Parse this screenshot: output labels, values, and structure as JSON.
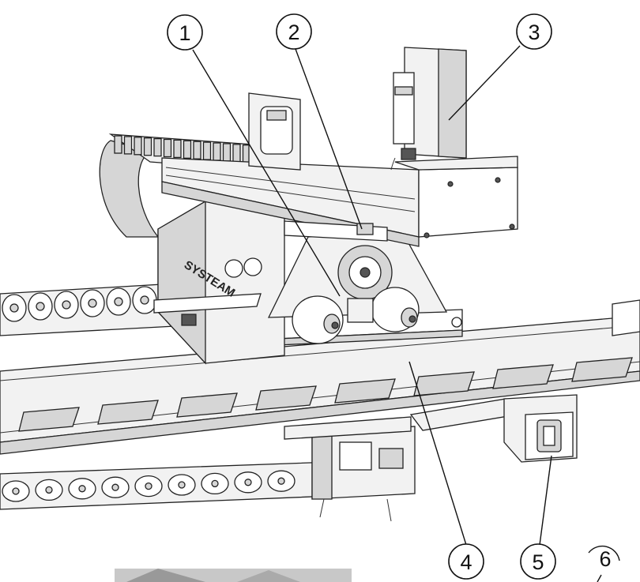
{
  "callouts": [
    {
      "label": "1"
    },
    {
      "label": "2"
    },
    {
      "label": "3"
    },
    {
      "label": "4"
    },
    {
      "label": "5"
    },
    {
      "label": "6"
    }
  ],
  "brand_on_housing": "SYSTEAM",
  "colors": {
    "line": "#111111",
    "background": "#ffffff",
    "metal_light": "#f2f2f2",
    "metal_dark": "#555555"
  }
}
